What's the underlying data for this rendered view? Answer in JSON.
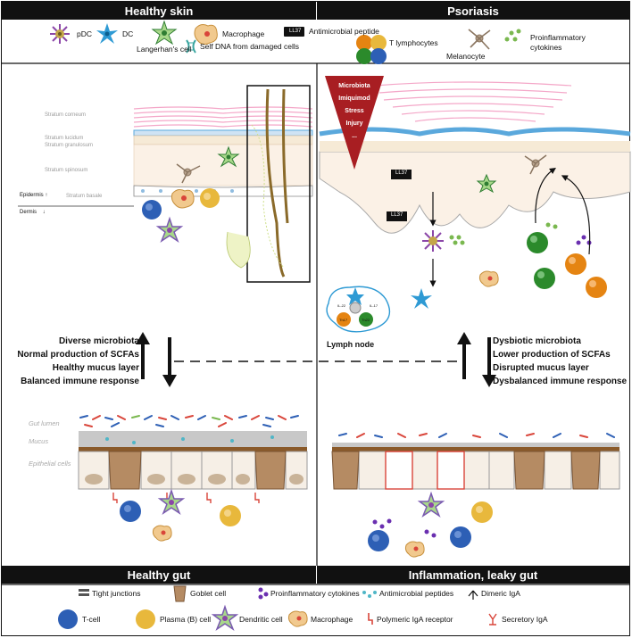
{
  "headers": {
    "top_left": "Healthy skin",
    "top_right": "Psoriasis",
    "bottom_left": "Healthy gut",
    "bottom_right": "Inflammation, leaky gut"
  },
  "skin_legend": {
    "pdc": "pDC",
    "dc": "DC",
    "langerhans": "Langerhan's cell",
    "macrophage": "Macrophage",
    "ll37_badge": "LL37",
    "amp": "Antimicrobial peptide",
    "self_dna": "Self DNA from damaged cells",
    "t_lymph": "T lymphocytes",
    "melanocyte": "Melanocyte",
    "cytokines": "Proinflammatory cytokines"
  },
  "skin_layers": {
    "corneum": "Stratum corneum",
    "lucidum": "Stratum lucidum",
    "granulosum": "Stratum granulosum",
    "spinosum": "Stratum spinosum",
    "basale": "Stratum basale",
    "epidermis": "Epidermis",
    "dermis": "Dermis"
  },
  "triggers": [
    "Microbiota",
    "Imiquimod",
    "Stress",
    "Injury",
    "..."
  ],
  "ll37_labels": [
    "LL37",
    "LL37"
  ],
  "lymph_node": "Lymph node",
  "lymph_cells": [
    "IL-22",
    "IL-17",
    "Th17",
    "Th22"
  ],
  "healthy_list": [
    "Diverse microbiota",
    "Normal production of SCFAs",
    "Healthy mucus layer",
    "Balanced immune response"
  ],
  "dysbiotic_list": [
    "Dysbiotic microbiota",
    "Lower production of SCFAs",
    "Disrupted mucus layer",
    "Dysbalanced immune response"
  ],
  "gut_layers": {
    "lumen": "Gut lumen",
    "mucus": "Mucus",
    "epithelial": "Epithelial cells"
  },
  "gut_legend": {
    "tight": "Tight junctions",
    "goblet": "Goblet cell",
    "cytokines": "Proinflammatory cytokines",
    "amp": "Antimicrobial peptides",
    "dimeric": "Dimeric IgA",
    "tcell": "T-cell",
    "plasma": "Plasma (B) cell",
    "dendritic": "Dendritic cell",
    "macrophage": "Macrophage",
    "pigr": "Polymeric IgA receptor",
    "sigA": "Secretory IgA"
  },
  "colors": {
    "header_bg": "#111111",
    "corneum_pink": "#f4a7c8",
    "lucidum_blue": "#5aa8dc",
    "tcell_blue": "#2d5fb5",
    "plasma_yellow": "#e8b83c",
    "trigger_red": "#a81e22",
    "mucus_gray": "#c8c8c8",
    "goblet_tan": "#b58b63"
  }
}
